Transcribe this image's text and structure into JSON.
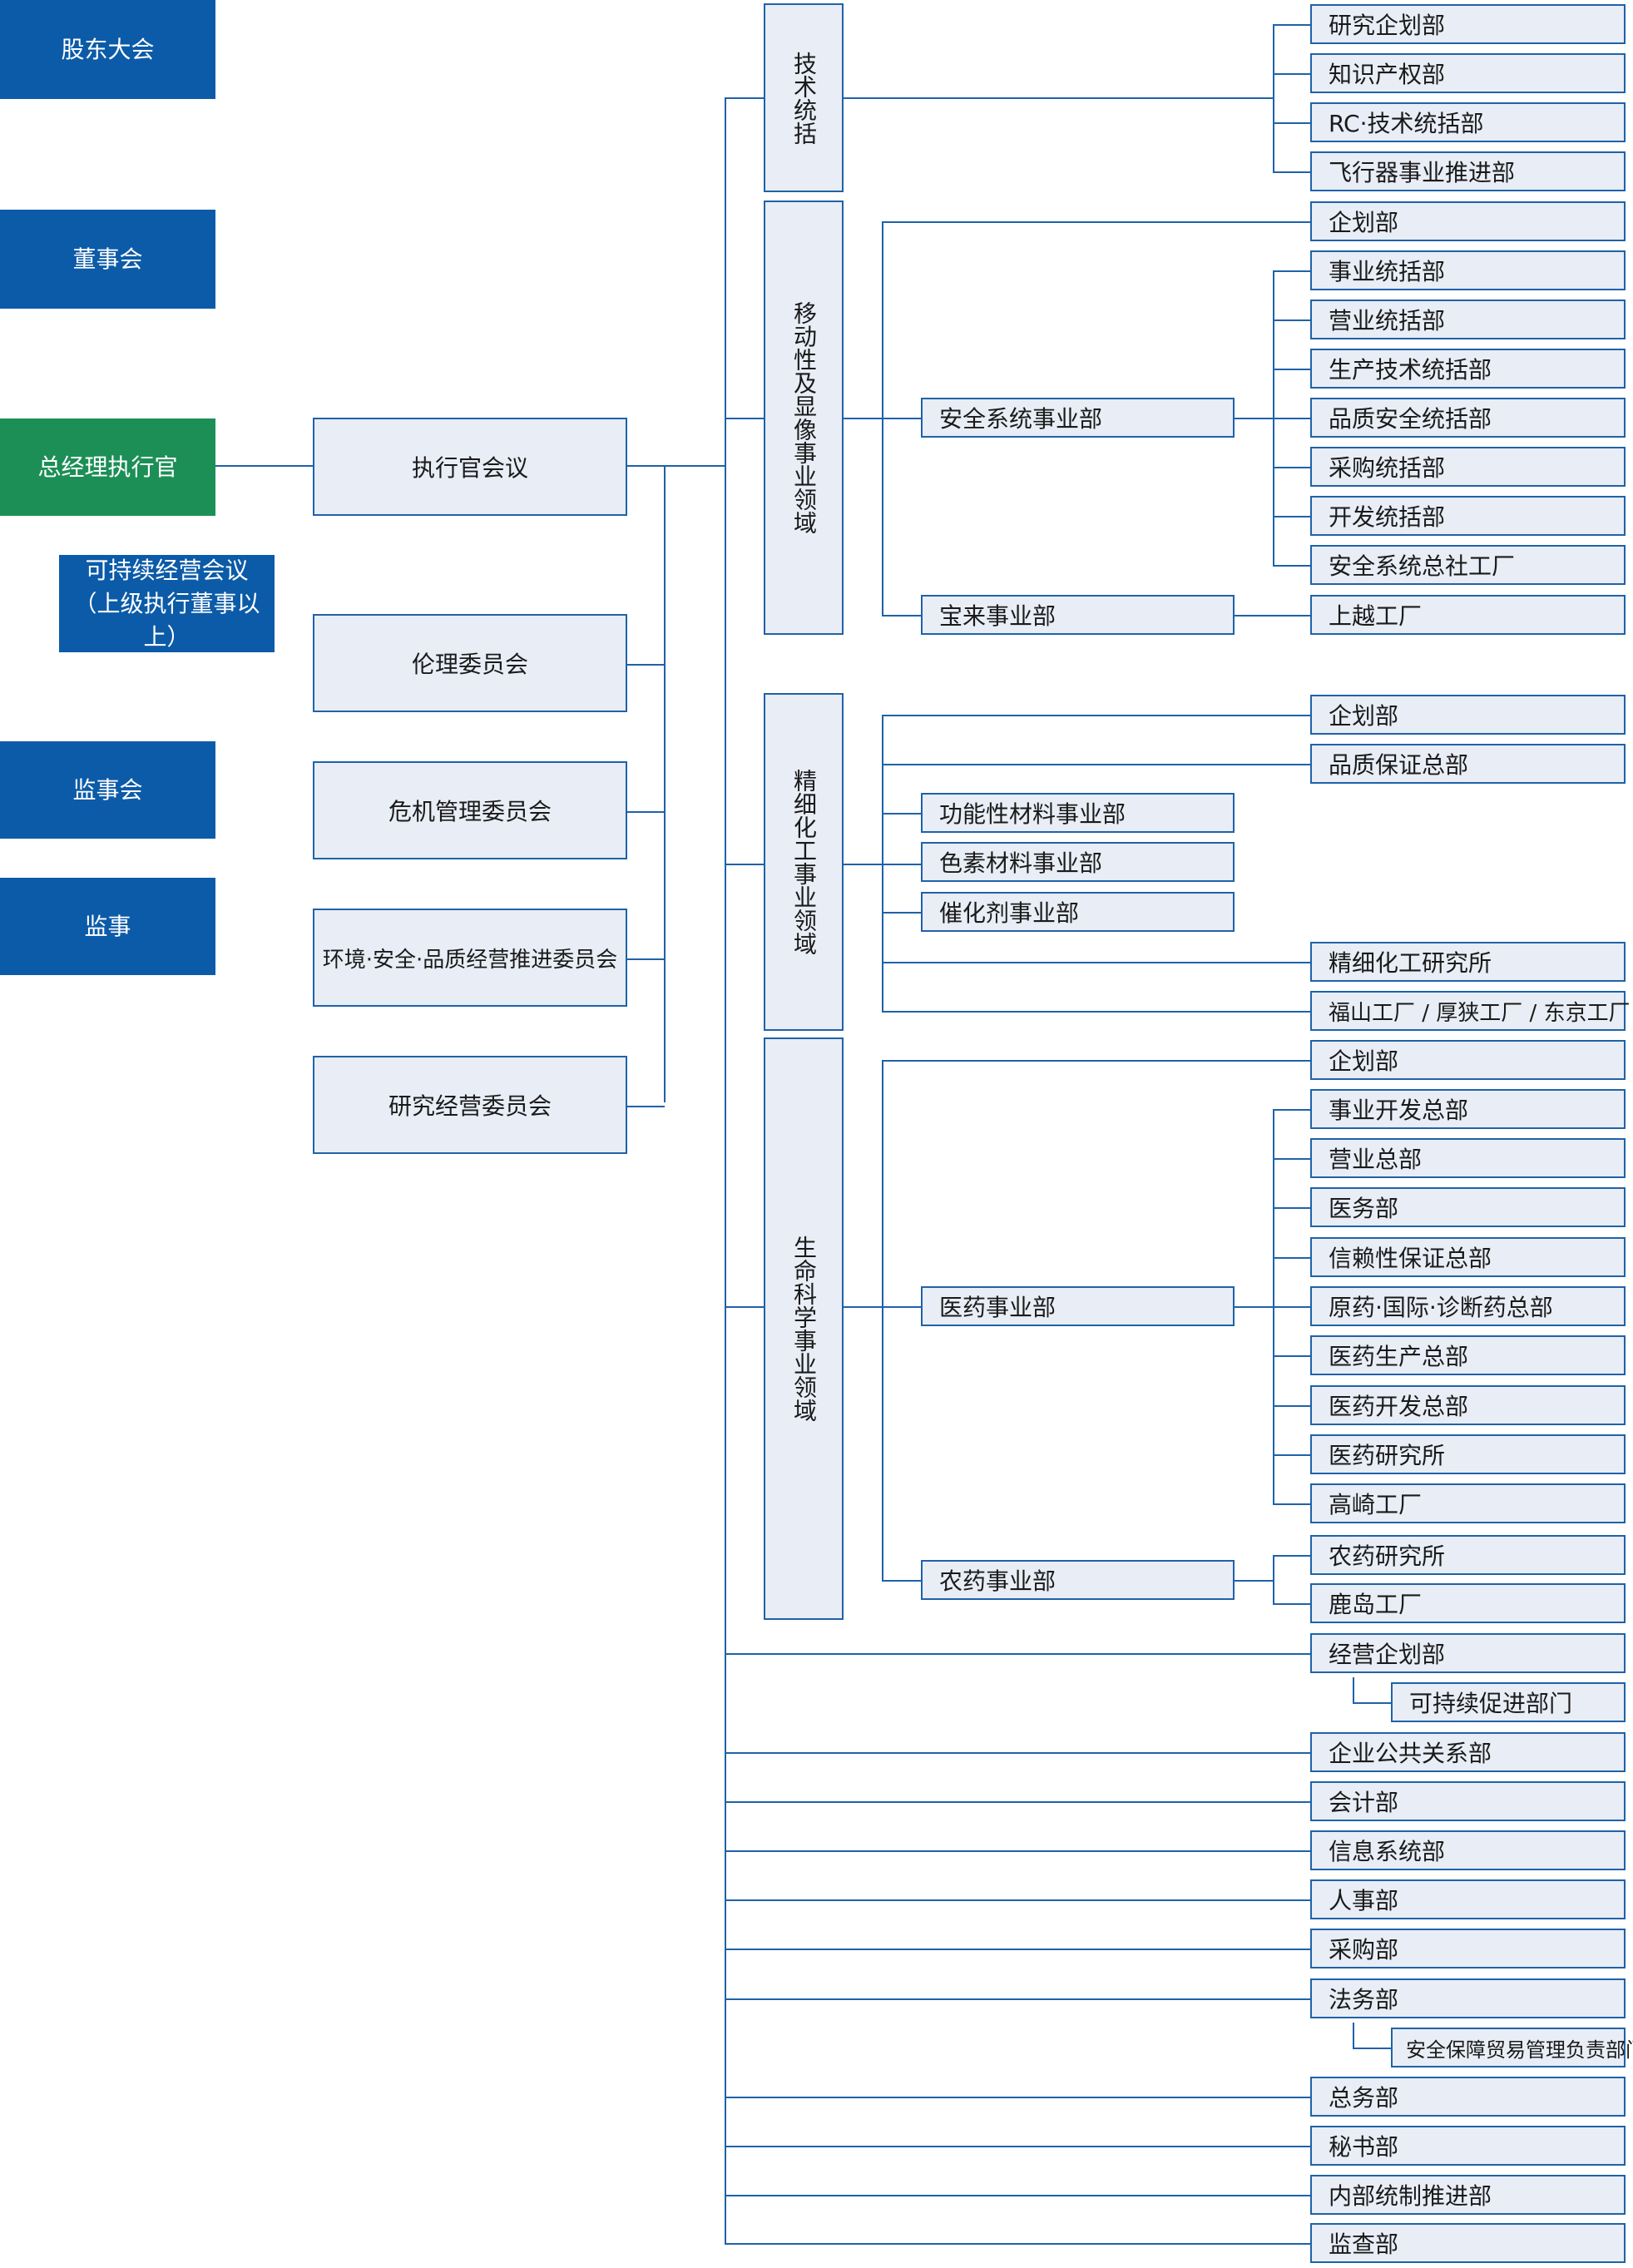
{
  "colors": {
    "blue": "#0c5ba8",
    "green": "#1c8f56",
    "line": "#1f62a8",
    "fill": "#e8edf6"
  },
  "governance": {
    "shareholders": "股东大会",
    "board": "董事会",
    "ceo": "总经理执行官",
    "sustain_meeting_line1": "可持续经营会议",
    "sustain_meeting_line2": "（上级执行董事以上）",
    "audit_board": "监事会",
    "auditor": "监事"
  },
  "committees": {
    "executive_meeting": "执行官会议",
    "ethics": "伦理委员会",
    "crisis": "危机管理委员会",
    "esq": "环境·安全·品质经营推进委员会",
    "research": "研究经营委员会"
  },
  "sectors": {
    "tech": "技术统括",
    "mobility": "移动性及显像事业领域",
    "fine_chem": "精细化工事业领域",
    "life_science": "生命科学事业领域"
  },
  "tech_units": [
    "研究企划部",
    "知识产权部",
    "RC·技术统括部",
    "飞行器事业推进部"
  ],
  "mobility": {
    "planning": "企划部",
    "safety_div": "安全系统事业部",
    "safety_units": [
      "事业统括部",
      "营业统括部",
      "生产技术统括部",
      "品质安全统括部",
      "采购统括部",
      "开发统括部",
      "安全系统总社工厂"
    ],
    "horai_div": "宝来事业部",
    "horai_unit": "上越工厂"
  },
  "fine_chem": {
    "planning": "企划部",
    "quality": "品质保证总部",
    "divisions": [
      "功能性材料事业部",
      "色素材料事业部",
      "催化剂事业部"
    ],
    "lab": "精细化工研究所",
    "plants": "福山工厂 / 厚狭工厂 / 东京工厂"
  },
  "life_science": {
    "planning": "企划部",
    "pharma_div": "医药事业部",
    "pharma_units": [
      "事业开发总部",
      "营业总部",
      "医务部",
      "信赖性保证总部",
      "原药·国际·诊断药总部",
      "医药生产总部",
      "医药开发总部",
      "医药研究所",
      "高崎工厂"
    ],
    "agro_div": "农药事业部",
    "agro_units": [
      "农药研究所",
      "鹿岛工厂"
    ]
  },
  "corporate": {
    "mgmt_planning": "经营企划部",
    "sustain_promo": "可持续促进部门",
    "public_relations": "企业公共关系部",
    "accounting": "会计部",
    "info_systems": "信息系统部",
    "hr": "人事部",
    "purchasing": "采购部",
    "legal": "法务部",
    "export_control": "安全保障贸易管理负责部门",
    "general_affairs": "总务部",
    "secretariat": "秘书部",
    "internal_control": "内部统制推进部",
    "audit": "监查部"
  }
}
